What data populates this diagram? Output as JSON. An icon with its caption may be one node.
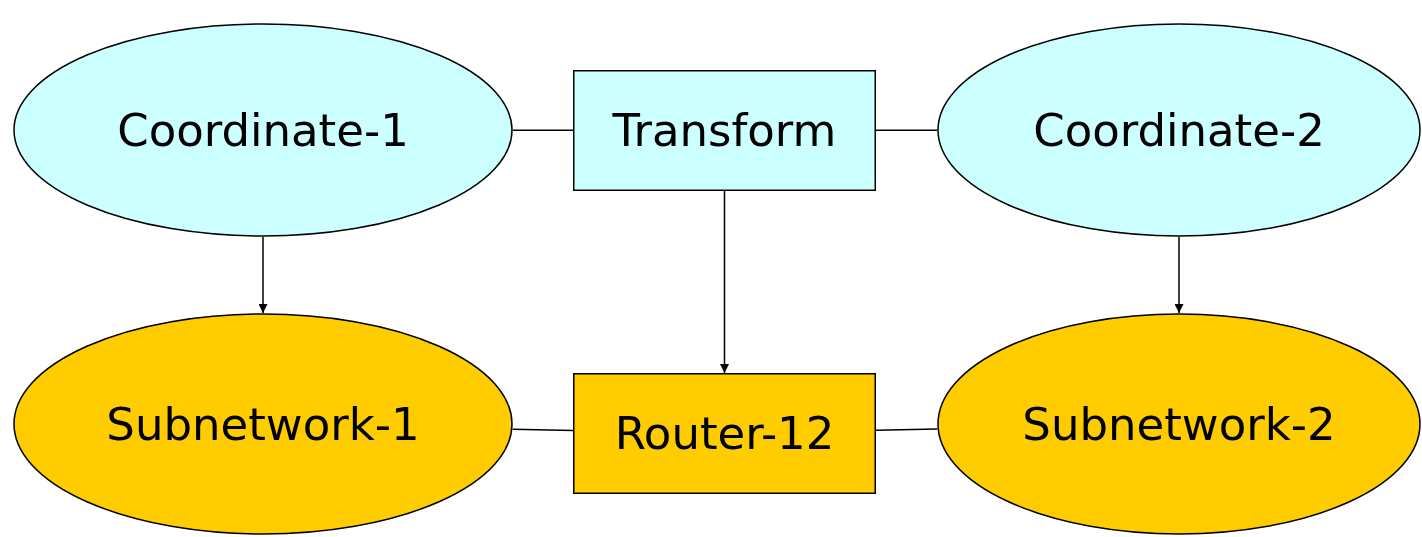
{
  "diagram": {
    "nodes": [
      {
        "text": [
          "Coordinate-1"
        ]
      },
      {
        "text": [
          "Transform"
        ]
      },
      {
        "text": [
          "Coordinate-2"
        ]
      },
      {
        "text": [
          "Subnetwork-1"
        ]
      },
      {
        "text": [
          "Router-12"
        ]
      },
      {
        "text": [
          "Subnetwork-2"
        ]
      }
    ],
    "edges": [
      {
        "from": 0,
        "to": 1,
        "arrow": "none"
      },
      {
        "from": 1,
        "to": 2,
        "arrow": "none"
      },
      {
        "from": 0,
        "to": 3,
        "arrow": "to"
      },
      {
        "from": 1,
        "to": 4,
        "arrow": "to"
      },
      {
        "from": 2,
        "to": 5,
        "arrow": "to"
      },
      {
        "from": 3,
        "to": 4,
        "arrow": "none"
      },
      {
        "from": 4,
        "to": 5,
        "arrow": "none"
      }
    ]
  }
}
